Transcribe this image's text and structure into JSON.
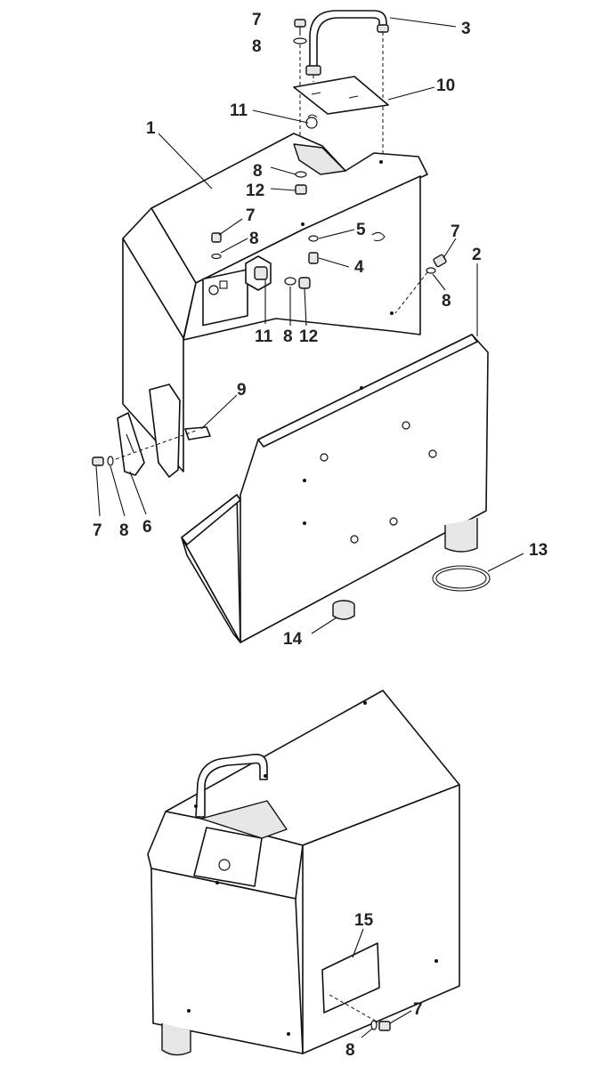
{
  "callouts": [
    {
      "label": "1"
    },
    {
      "label": "2"
    },
    {
      "label": "3"
    },
    {
      "label": "4"
    },
    {
      "label": "5"
    },
    {
      "label": "6"
    },
    {
      "label": "7"
    },
    {
      "label": "8"
    },
    {
      "label": "9"
    },
    {
      "label": "10"
    },
    {
      "label": "11"
    },
    {
      "label": "12"
    },
    {
      "label": "13"
    },
    {
      "label": "14"
    },
    {
      "label": "15"
    }
  ],
  "colors": {
    "line": "#111111",
    "fill": "#ffffff",
    "shade": "#e6e6e6"
  }
}
